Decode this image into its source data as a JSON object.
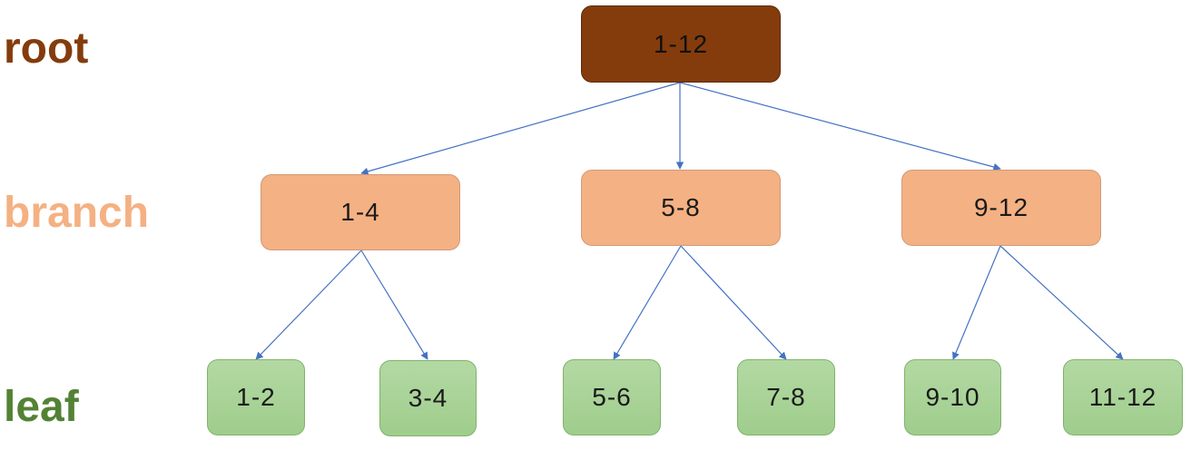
{
  "levels": {
    "root": "root",
    "branch": "branch",
    "leaf": "leaf"
  },
  "colors": {
    "root": "#843C0C",
    "branch": "#F4B183",
    "leaf": "#A9D18E",
    "edge": "#4472C4"
  },
  "tree": {
    "root": "1-12",
    "branches": [
      "1-4",
      "5-8",
      "9-12"
    ],
    "leaves": [
      "1-2",
      "3-4",
      "5-6",
      "7-8",
      "9-10",
      "11-12"
    ]
  }
}
